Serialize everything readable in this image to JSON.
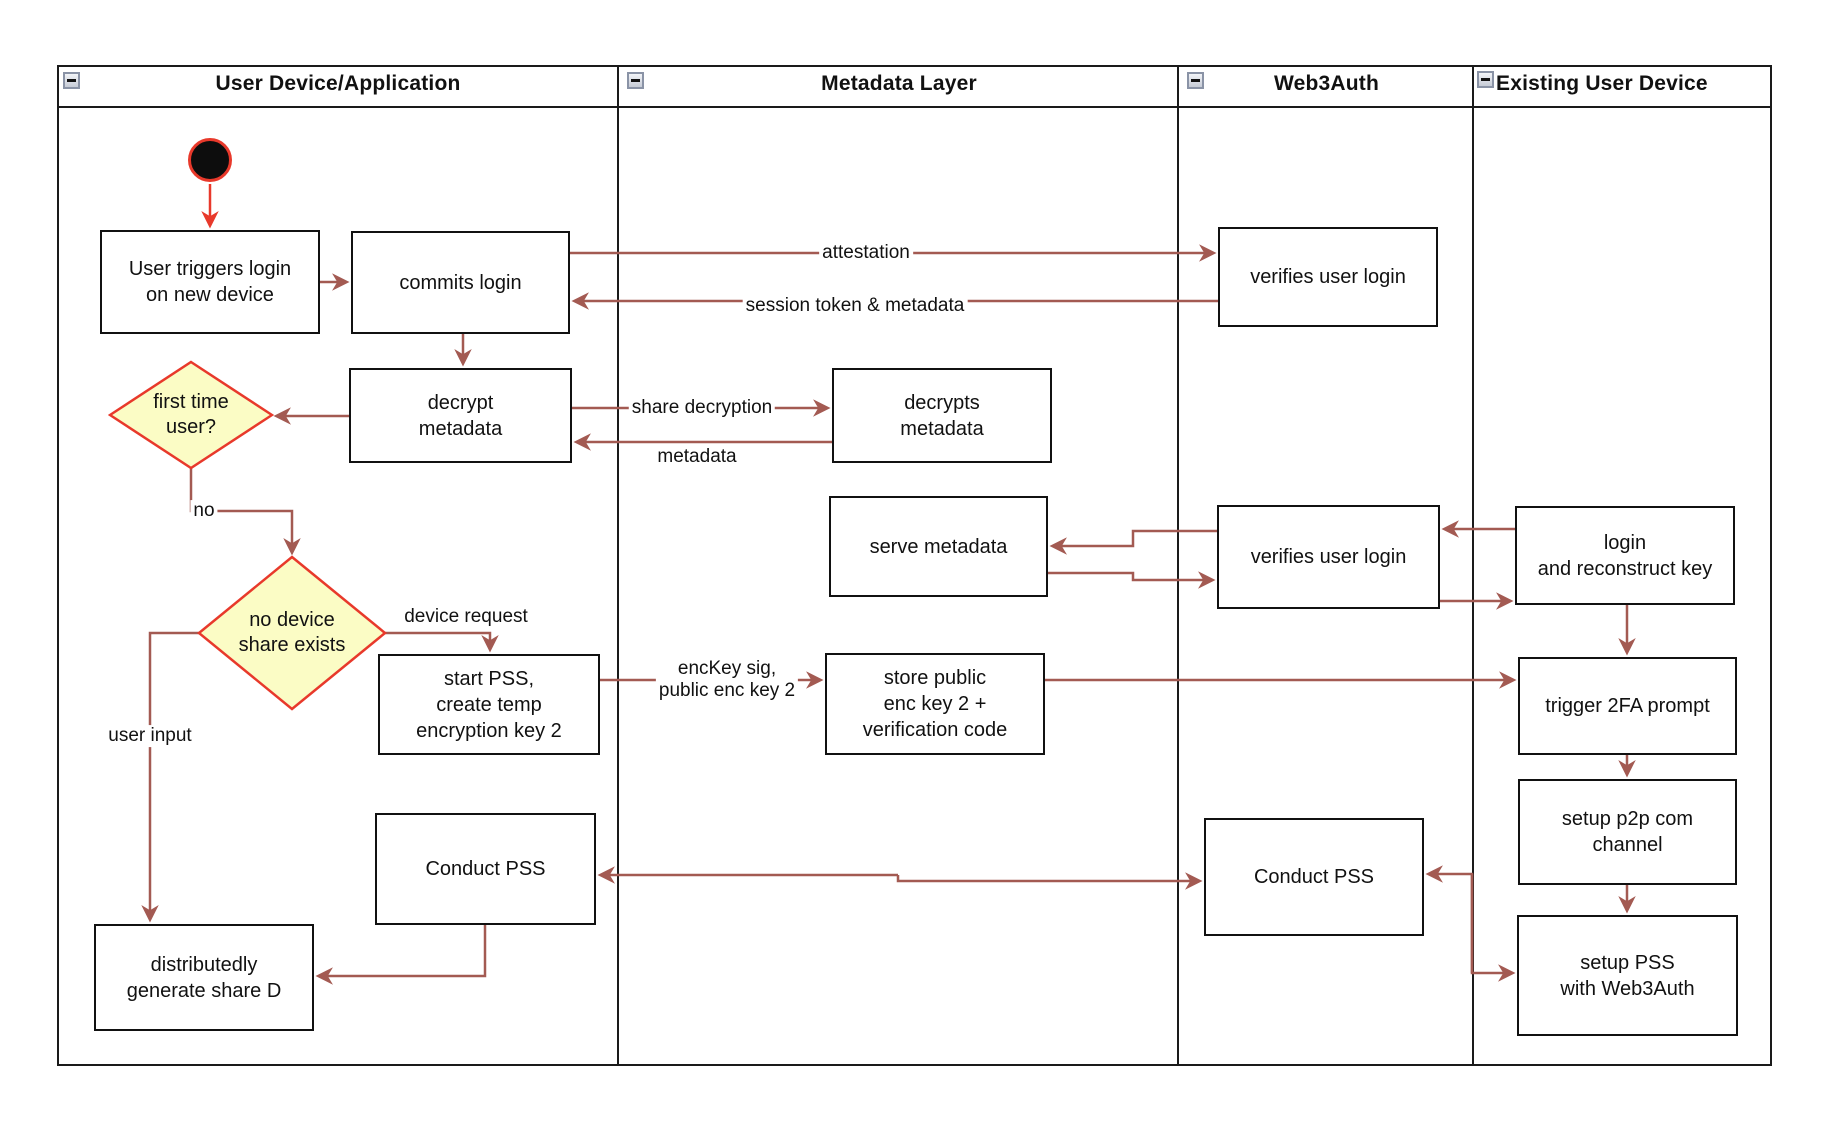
{
  "diagram": {
    "type": "swimlane-activity-diagram",
    "lanes": [
      {
        "title": "User Device/Application"
      },
      {
        "title": "Metadata Layer"
      },
      {
        "title": "Web3Auth"
      },
      {
        "title": "Existing User Device"
      }
    ],
    "nodes": {
      "user_triggers": {
        "label": "User triggers login\non new device"
      },
      "commits_login": {
        "label": "commits login"
      },
      "decrypt_metadata": {
        "label": "decrypt\nmetadata"
      },
      "first_time_user": {
        "label": "first time\nuser?"
      },
      "no_device_share": {
        "label": "no device\nshare exists"
      },
      "start_pss": {
        "label": "start PSS,\ncreate temp\nencryption key 2"
      },
      "conduct_pss_user": {
        "label": "Conduct PSS"
      },
      "distributedly": {
        "label": "distributedly\ngenerate share D"
      },
      "decrypts_metadata": {
        "label": "decrypts\nmetadata"
      },
      "serve_metadata": {
        "label": "serve metadata"
      },
      "store_public": {
        "label": "store public\nenc key 2 +\nverification code"
      },
      "verifies_login_1": {
        "label": "verifies user login"
      },
      "verifies_login_2": {
        "label": "verifies user login"
      },
      "conduct_pss_w3a": {
        "label": "Conduct PSS"
      },
      "login_reconstruct": {
        "label": "login\nand reconstruct key"
      },
      "trigger_2fa": {
        "label": "trigger 2FA prompt"
      },
      "setup_p2p": {
        "label": "setup p2p com\nchannel"
      },
      "setup_pss": {
        "label": "setup PSS\nwith Web3Auth"
      }
    },
    "edge_labels": {
      "attestation": "attestation",
      "session_token": "session token & metadata",
      "share_decryption": "share decryption",
      "metadata": "metadata",
      "no": "no",
      "device_request": "device request",
      "user_input": "user input",
      "enc_key": "encKey sig,\npublic enc key 2"
    },
    "colors": {
      "arrow": "#a35a52",
      "start_accent": "#e8392b",
      "diamond_fill": "#fbfcc5",
      "diamond_border": "#e8392b",
      "box_border": "#111111"
    }
  }
}
